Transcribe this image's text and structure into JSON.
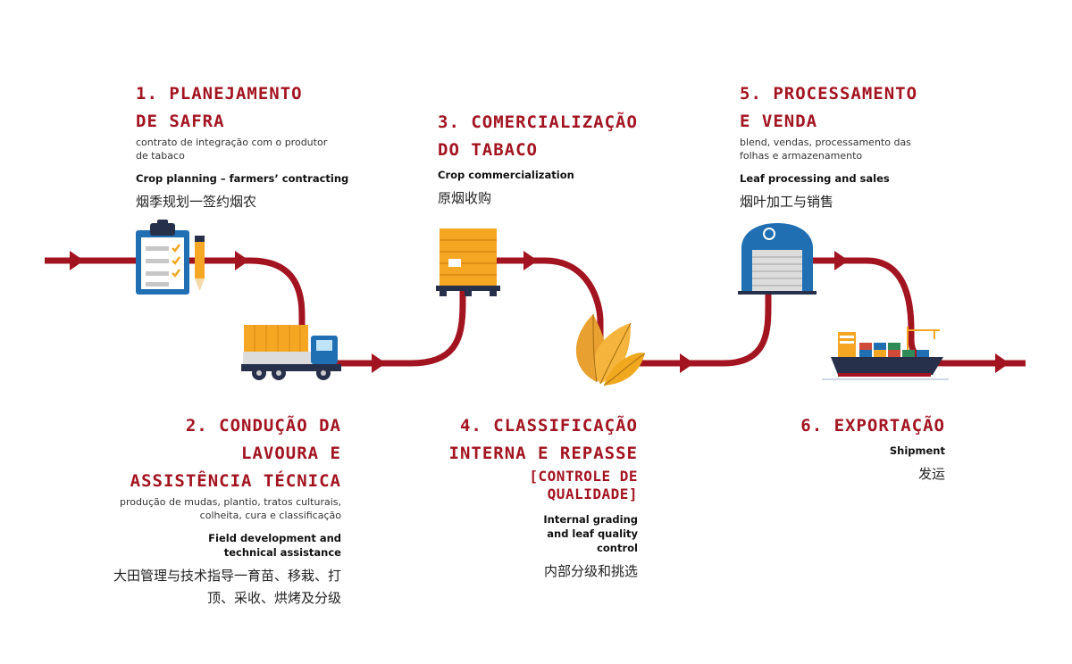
{
  "steps": [
    {
      "title_lines": [
        "1. Planejamento",
        "de safra"
      ],
      "pt": "contrato de integração com o produtor de tabaco",
      "en": "Crop planning – farmers’ contracting",
      "cn": "烟季规划一签约烟农"
    },
    {
      "title_lines": [
        "2. Condução da",
        "lavoura e",
        "assistência técnica"
      ],
      "pt": "produção de mudas, plantio, tratos culturais, colheita, cura e classificação",
      "en": "Field development and technical assistance",
      "cn": "大田管理与技术指导一育苗、移栽、打顶、采收、烘烤及分级"
    },
    {
      "title_lines": [
        "3. Comercialização",
        "do tabaco"
      ],
      "pt": "",
      "en": "Crop commercialization",
      "cn": "原烟收购"
    },
    {
      "title_lines": [
        "4. Classificação",
        "interna e repasse"
      ],
      "subtitle": "[controle de qualidade]",
      "pt": "",
      "en": "Internal grading and leaf quality control",
      "cn": "内部分级和挑选"
    },
    {
      "title_lines": [
        "5. Processamento",
        "e venda"
      ],
      "pt": "blend, vendas, processamento das folhas e armazenamento",
      "en": "Leaf processing and sales",
      "cn": "烟叶加工与销售"
    },
    {
      "title_lines": [
        "6. Exportação"
      ],
      "pt": "",
      "en": "Shipment",
      "cn": "发运"
    }
  ],
  "colors": {
    "flow_line": "#a31421",
    "title": "#a31421",
    "box_orange": "#f5a623",
    "truck_blue": "#1f6fb2",
    "ship_hull": "#27304a"
  },
  "icons": [
    "clipboard-icon",
    "pencil-icon",
    "truck-icon",
    "crate-pallet-icon",
    "tobacco-leaves-icon",
    "warehouse-icon",
    "cargo-ship-icon"
  ]
}
